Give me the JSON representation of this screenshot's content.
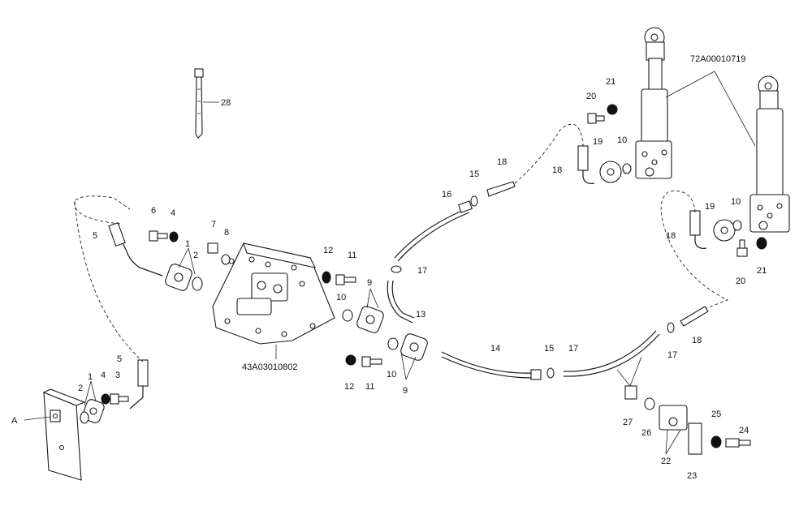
{
  "diagram": {
    "reference_codes": {
      "cylinders": "72A00010719",
      "bracket": "43A03010802",
      "view_marker": "A"
    },
    "callouts": [
      {
        "id": "c28",
        "text": "28"
      },
      {
        "id": "c21a",
        "text": "21"
      },
      {
        "id": "c20a",
        "text": "20"
      },
      {
        "id": "c19a",
        "text": "19"
      },
      {
        "id": "c10a",
        "text": "10"
      },
      {
        "id": "c18a",
        "text": "18"
      },
      {
        "id": "c18b",
        "text": "18"
      },
      {
        "id": "c15a",
        "text": "15"
      },
      {
        "id": "c16",
        "text": "16"
      },
      {
        "id": "c17a",
        "text": "17"
      },
      {
        "id": "c19b",
        "text": "19"
      },
      {
        "id": "c10b",
        "text": "10"
      },
      {
        "id": "c18c",
        "text": "18"
      },
      {
        "id": "c21b",
        "text": "21"
      },
      {
        "id": "c20b",
        "text": "20"
      },
      {
        "id": "c6",
        "text": "6"
      },
      {
        "id": "c4a",
        "text": "4"
      },
      {
        "id": "c7",
        "text": "7"
      },
      {
        "id": "c8",
        "text": "8"
      },
      {
        "id": "c5a",
        "text": "5"
      },
      {
        "id": "c1a",
        "text": "1"
      },
      {
        "id": "c2a",
        "text": "2"
      },
      {
        "id": "c12a",
        "text": "12"
      },
      {
        "id": "c11a",
        "text": "11"
      },
      {
        "id": "c9a",
        "text": "9"
      },
      {
        "id": "c10c",
        "text": "10"
      },
      {
        "id": "c13",
        "text": "13"
      },
      {
        "id": "c10d",
        "text": "10"
      },
      {
        "id": "c12b",
        "text": "12"
      },
      {
        "id": "c11b",
        "text": "11"
      },
      {
        "id": "c9b",
        "text": "9"
      },
      {
        "id": "c14",
        "text": "14"
      },
      {
        "id": "c15b",
        "text": "15"
      },
      {
        "id": "c17b",
        "text": "17"
      },
      {
        "id": "c17c",
        "text": "17"
      },
      {
        "id": "c18d",
        "text": "18"
      },
      {
        "id": "c27",
        "text": "27"
      },
      {
        "id": "c26",
        "text": "26"
      },
      {
        "id": "c22",
        "text": "22"
      },
      {
        "id": "c23",
        "text": "23"
      },
      {
        "id": "c25",
        "text": "25"
      },
      {
        "id": "c24",
        "text": "24"
      },
      {
        "id": "c5b",
        "text": "5"
      },
      {
        "id": "c4b",
        "text": "4"
      },
      {
        "id": "c3",
        "text": "3"
      },
      {
        "id": "c2b",
        "text": "2"
      },
      {
        "id": "c1b",
        "text": "1"
      }
    ]
  }
}
